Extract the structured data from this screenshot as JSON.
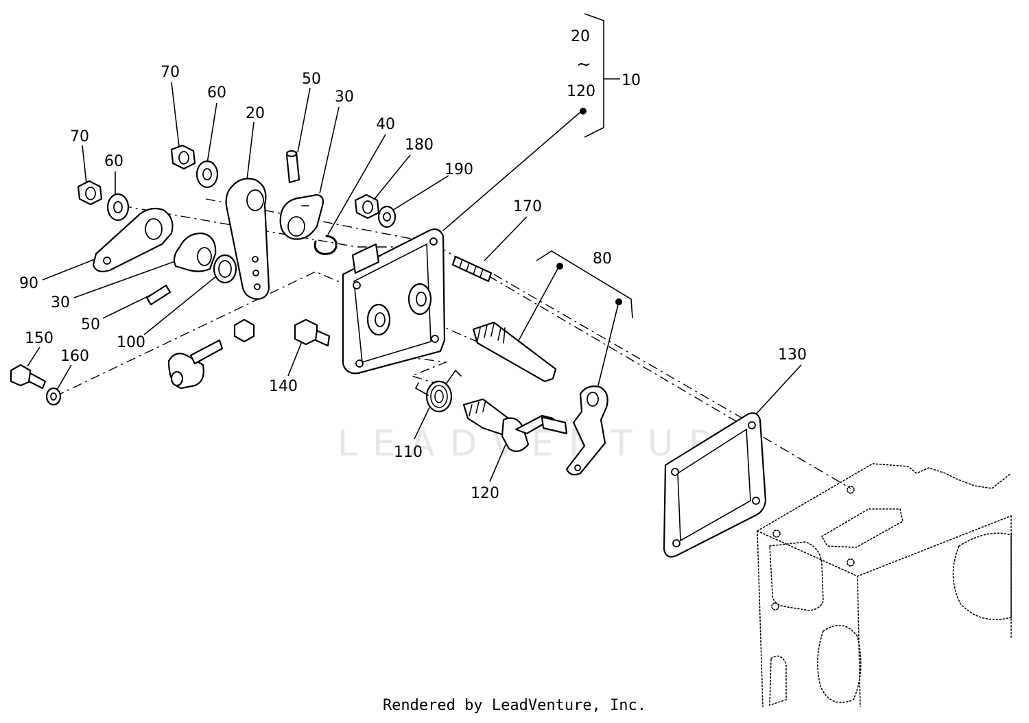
{
  "callouts": {
    "c10": "10",
    "c20_range": "20",
    "c120_range": "120",
    "range_sep": "~",
    "c70a": "70",
    "c60a": "60",
    "c20": "20",
    "c50a": "50",
    "c30a": "30",
    "c40": "40",
    "c180": "180",
    "c190": "190",
    "c70b": "70",
    "c60b": "60",
    "c90": "90",
    "c30b": "30",
    "c50b": "50",
    "c100": "100",
    "c170": "170",
    "c80": "80",
    "c150": "150",
    "c160": "160",
    "c140": "140",
    "c110": "110",
    "c120": "120",
    "c130": "130"
  },
  "watermark": "LEADVENTURE",
  "credit": "Rendered by LeadVenture, Inc."
}
